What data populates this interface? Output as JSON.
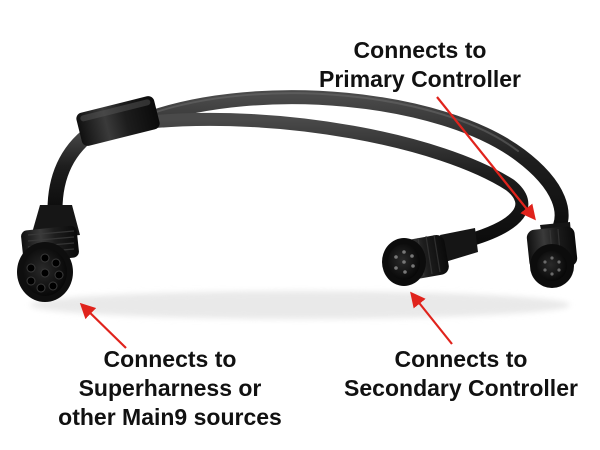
{
  "labels": {
    "primary": {
      "line1": "Connects to",
      "line2": "Primary Controller"
    },
    "main9": {
      "line1": "Connects to",
      "line2": "Superharness or",
      "line3": "other Main9 sources"
    },
    "secondary": {
      "line1": "Connects to",
      "line2": "Secondary Controller"
    }
  },
  "colors": {
    "background": "#ffffff",
    "cable": "#1c1c1c",
    "arrow": "#e0231c",
    "text": "#111111"
  }
}
